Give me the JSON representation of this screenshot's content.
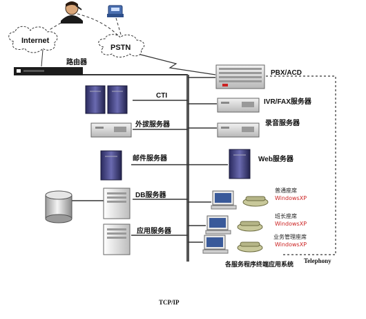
{
  "labels": {
    "internet": "Internet",
    "pstn": "PSTN",
    "router": "路由器",
    "pbx": "PBX/ACD",
    "cti": "CTI",
    "ivr": "IVR/FAX服务器",
    "outbound": "外拔服务器",
    "recording": "录音服务器",
    "mail": "邮件服务器",
    "web": "Web服务器",
    "db": "DB服务器",
    "app": "应用服务器",
    "telephony": "Telephony",
    "terminal_system": "各服务程序终端应用系统",
    "tcpip": "TCP/IP"
  },
  "seats": [
    {
      "role": "普通座席",
      "os": "WindowsXP"
    },
    {
      "role": "班长座席",
      "os": "WindowsXP"
    },
    {
      "role": "业务管理座席",
      "os": "WindowsXP"
    }
  ],
  "colors": {
    "tower": "#3c3c7a",
    "rack_server": "#d8d8d8",
    "bus": "#333333",
    "phone": "#c8c89a",
    "accent_red": "#cc2222"
  },
  "icons": [
    "person-phone-icon",
    "fax-phone-icon",
    "internet-cloud-icon",
    "pstn-cloud-icon",
    "router-icon",
    "pbx-icon",
    "tower-server-icon",
    "rack-server-icon",
    "database-cylinder-icon",
    "pc-icon",
    "telephone-icon"
  ]
}
